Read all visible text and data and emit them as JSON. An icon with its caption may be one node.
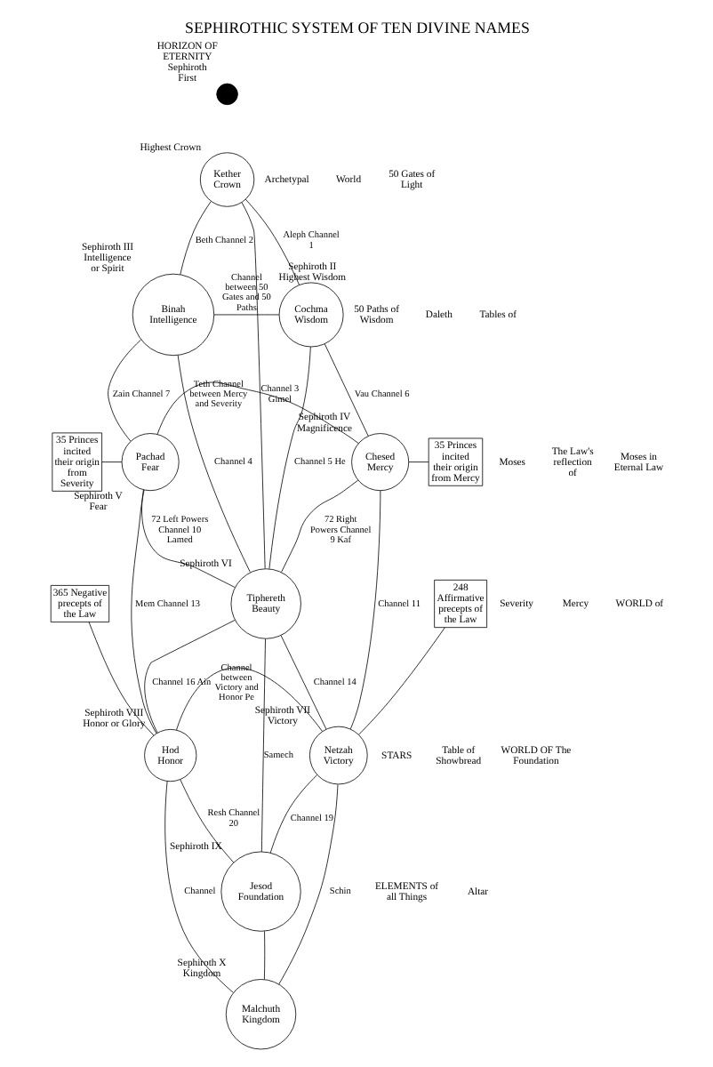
{
  "diagram": {
    "title": "SEPHIROTHIC SYSTEM OF TEN DIVINE NAMES",
    "nodes": [
      {
        "text": [],
        "shape": "circle",
        "beside": [
          "HORIZON OF",
          "ETERNITY",
          "Sephiroth",
          "First"
        ]
      },
      {
        "text": [
          "Kether",
          "Crown"
        ],
        "beside": [
          "Highest Crown"
        ]
      },
      {
        "text": [
          "Binah",
          "Intelligence"
        ],
        "beside": [
          "Sephiroth III",
          "Intelligence or Spirit"
        ]
      },
      {
        "text": [
          "Cochma",
          "Wisdom"
        ],
        "beside": [
          "Sephiroth II",
          "Highest Wisdom"
        ]
      },
      {
        "text": [
          "35 Princes incited their origin from Severity"
        ]
      },
      {
        "text": [
          "Pachad",
          "Fear"
        ],
        "beside": [
          "Sephiroth V",
          "Fear"
        ]
      },
      {
        "text": [
          "Chesed",
          "Mercy"
        ],
        "beside": [
          "Sephiroth IV",
          "Magnificence"
        ]
      },
      {
        "text": [
          "35 Princes incited their origin from Mercy"
        ]
      },
      {
        "text": [
          "365 Negative precepts of the Law"
        ]
      },
      {
        "text": [
          "Tiphereth",
          "Beauty"
        ],
        "beside": [
          "Sephiroth VI"
        ]
      },
      {
        "text": [
          "248 Affirmative precepts of the Law"
        ]
      },
      {
        "text": [
          "Hod",
          "Honor"
        ],
        "beside": [
          "Sephiroth VIII",
          "Honor or Glory"
        ]
      },
      {
        "text": [
          "Netzah",
          "Victory"
        ],
        "beside": [
          "Sephiroth VII",
          "Victory"
        ]
      },
      {
        "text": [
          "Jesod",
          "Foundation"
        ],
        "beside": [
          "Sephiroth IX"
        ]
      },
      {
        "text": [
          "Malchuth",
          "Kingdom"
        ],
        "beside": [
          "Sephiroth X",
          "Kingdom"
        ]
      }
    ],
    "edges": [
      {
        "from": 1,
        "to": 2,
        "arrow": "none",
        "label": "Beth Channel 2"
      },
      {
        "from": 1,
        "to": 3,
        "arrow": "none",
        "label": "Aleph Channel 1"
      },
      {
        "from": 1,
        "to": 9,
        "arrow": "none",
        "label": "Channel 3 Gimel"
      },
      {
        "from": 2,
        "to": 3,
        "arrow": "none",
        "label": "Channel between 50 Gates and 50 Paths"
      },
      {
        "from": 2,
        "to": 5,
        "arrow": "none",
        "label": "Zain Channel 7"
      },
      {
        "from": 2,
        "to": 9,
        "arrow": "none",
        "label": "Channel 4"
      },
      {
        "from": 3,
        "to": 6,
        "arrow": "none",
        "label": "Vau Channel 6"
      },
      {
        "from": 3,
        "to": 9,
        "arrow": "none",
        "label": "Channel 5 He"
      },
      {
        "from": 4,
        "to": 5,
        "arrow": "none"
      },
      {
        "from": 5,
        "to": 6,
        "arrow": "none",
        "label": "Teth Channel between Mercy and Severity"
      },
      {
        "from": 6,
        "to": 7,
        "arrow": "none"
      },
      {
        "from": 5,
        "to": 9,
        "arrow": "none",
        "label": "72 Left Powers Channel 10 Lamed"
      },
      {
        "from": 6,
        "to": 9,
        "arrow": "none",
        "label": "72 Right Powers Channel 9 Kaf"
      },
      {
        "from": 5,
        "to": 11,
        "arrow": "none",
        "label": "Mem Channel 13"
      },
      {
        "from": 8,
        "to": 11,
        "arrow": "none"
      },
      {
        "from": 6,
        "to": 12,
        "arrow": "none",
        "label": "Channel 11"
      },
      {
        "from": 10,
        "to": 12,
        "arrow": "none"
      },
      {
        "from": 9,
        "to": 11,
        "arrow": "none",
        "label": "Channel 16 Ain"
      },
      {
        "from": 9,
        "to": 12,
        "arrow": "none",
        "label": "Channel 14"
      },
      {
        "from": 9,
        "to": 13,
        "arrow": "none",
        "label": "Samech"
      },
      {
        "from": 11,
        "to": 12,
        "arrow": "none",
        "label": "Channel between Victory and Honor Pe"
      },
      {
        "from": 11,
        "to": 13,
        "arrow": "none",
        "label": "Resh Channel 20"
      },
      {
        "from": 12,
        "to": 13,
        "arrow": "none",
        "label": "Channel 19"
      },
      {
        "from": 11,
        "to": 14,
        "arrow": "none",
        "label": "Channel"
      },
      {
        "from": 13,
        "to": 14,
        "arrow": "none"
      },
      {
        "from": 12,
        "to": 14,
        "arrow": "none",
        "label": "Schin"
      }
    ],
    "labels": [
      "Archetypal",
      "World",
      "50 Gates of Light",
      "50 Paths of Wisdom",
      "Daleth",
      "Tables of",
      "Moses",
      "The Law's reflection of",
      "Moses in Eternal Law",
      "Severity",
      "Mercy",
      "WORLD of",
      "STARS",
      "Table of Showbread",
      "WORLD OF The Foundation",
      "ELEMENTS of all Things",
      "Altar"
    ]
  }
}
